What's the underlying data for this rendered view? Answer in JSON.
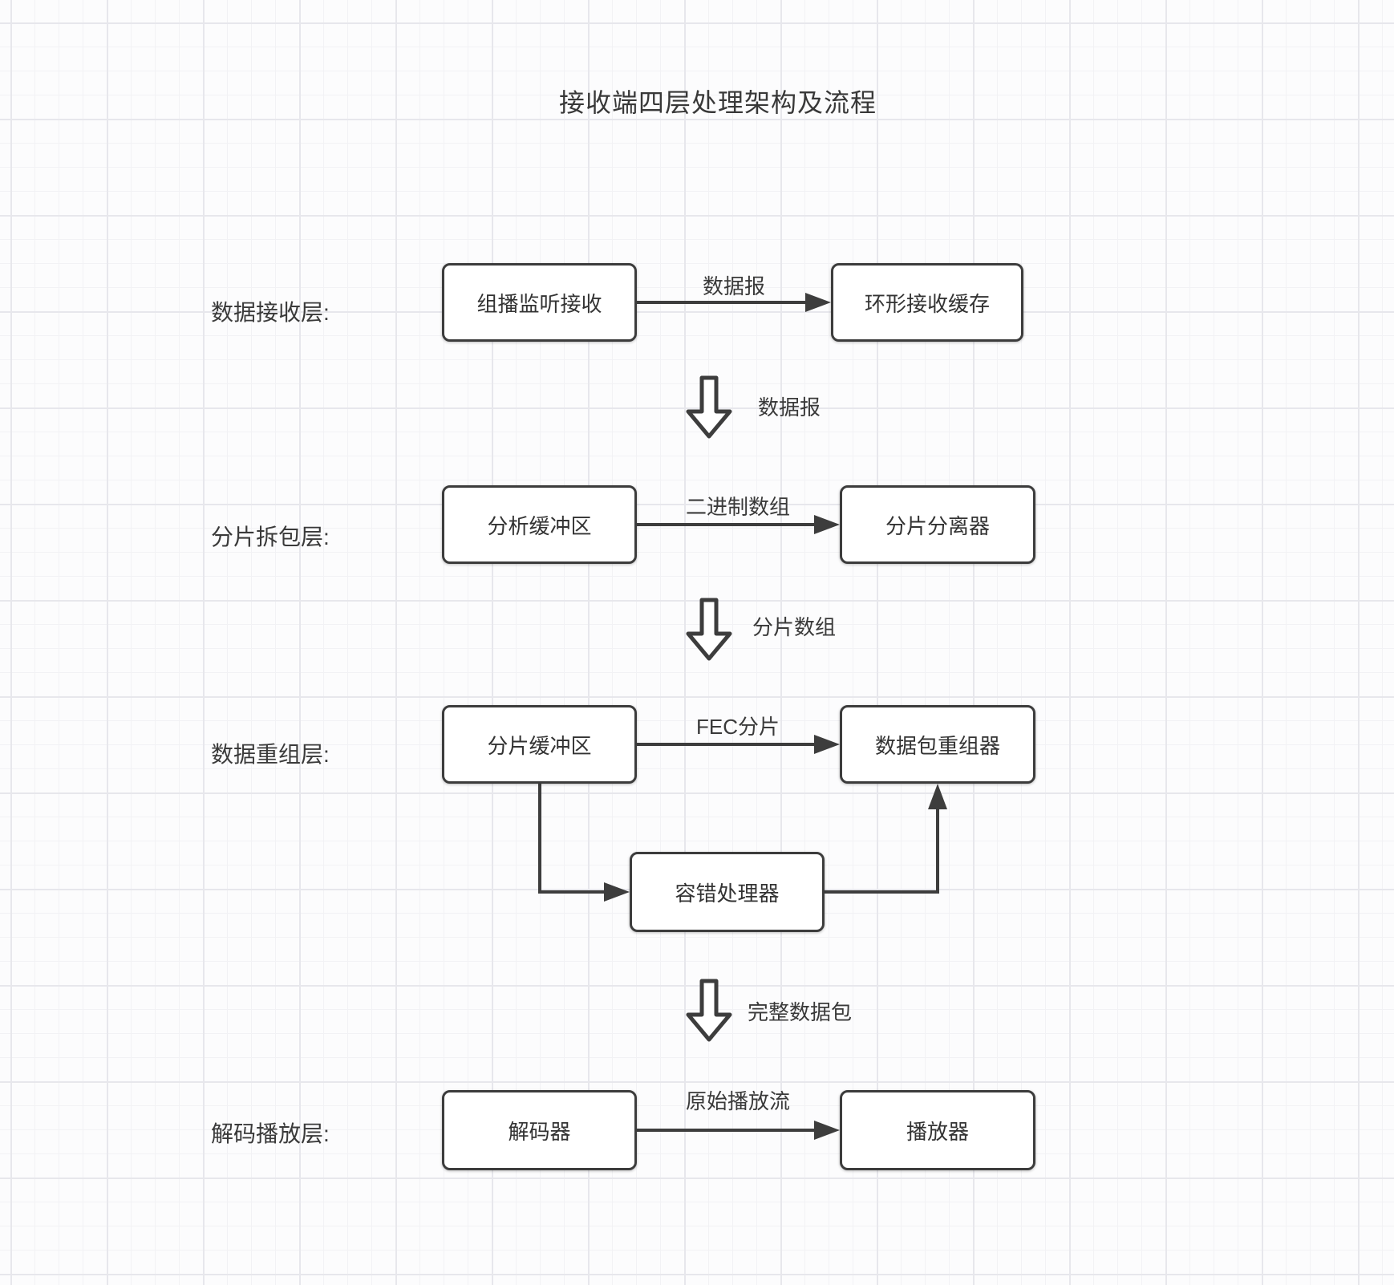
{
  "title": "接收端四层处理架构及流程",
  "layers": [
    {
      "label": "数据接收层:",
      "left_box": "组播监听接收",
      "arrow_label": "数据报",
      "right_box": "环形接收缓存"
    },
    {
      "label": "分片拆包层:",
      "left_box": "分析缓冲区",
      "arrow_label": "二进制数组",
      "right_box": "分片分离器"
    },
    {
      "label": "数据重组层:",
      "left_box": "分片缓冲区",
      "arrow_label": "FEC分片",
      "right_box": "数据包重组器",
      "extra_box": "容错处理器"
    },
    {
      "label": "解码播放层:",
      "left_box": "解码器",
      "arrow_label": "原始播放流",
      "right_box": "播放器"
    }
  ],
  "flow_arrows": [
    {
      "label": "数据报"
    },
    {
      "label": "分片数组"
    },
    {
      "label": "完整数据包"
    }
  ],
  "colors": {
    "line": "#3d3d3d",
    "box_border": "#3c3c3c",
    "box_bg": "#ffffff",
    "text": "#3a3a3a",
    "grid_minor": "#f2f2f5",
    "grid_major": "#e7e7ec",
    "background": "#fcfcfd"
  }
}
